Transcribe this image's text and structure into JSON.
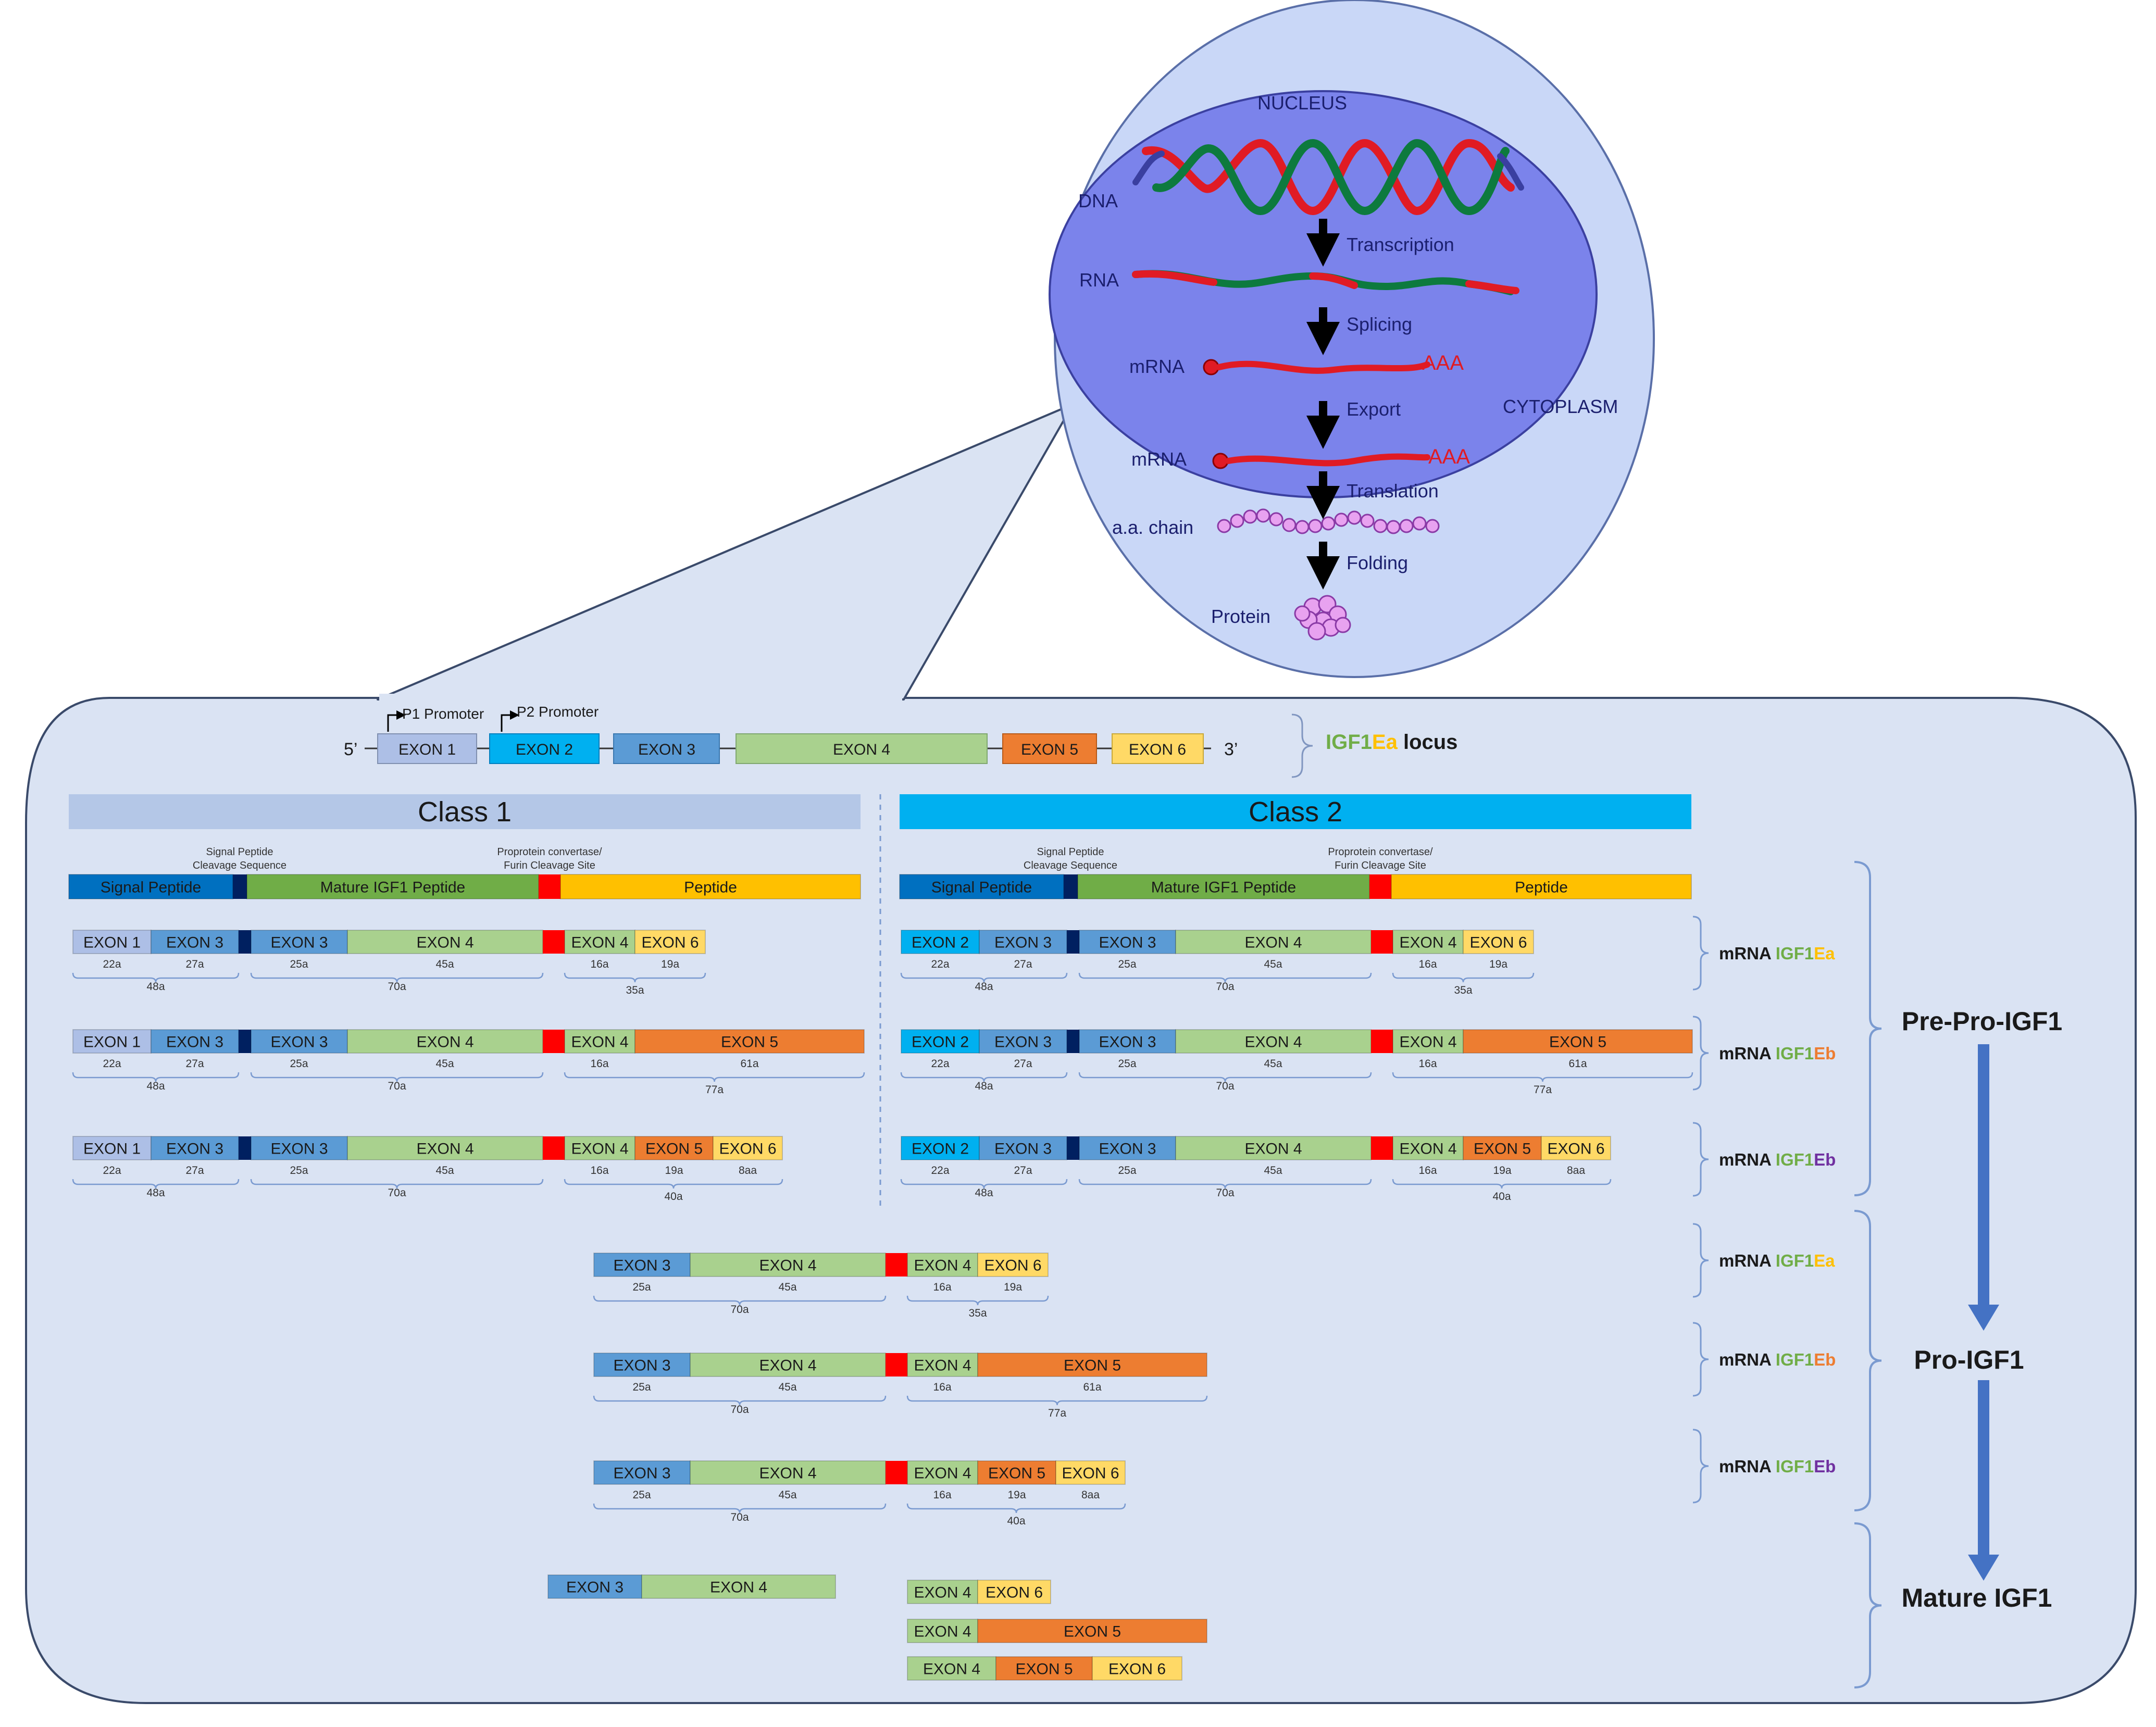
{
  "colors": {
    "exon1": "#adbfe6",
    "exon2": "#00b0f0",
    "exon3": "#5b9bd5",
    "exon4": "#a9d18e",
    "exon5": "#ed7d31",
    "exon6": "#ffd966",
    "signal": "#0070c0",
    "mature": "#70ad47",
    "cleave": "#ff0000",
    "dark": "#002060",
    "peptide": "#ffc000",
    "class1": "#b4c7e7",
    "class2": "#00b0f0",
    "panel": "#dae3f3",
    "arrow": "#4472c4",
    "cell": "#c9d7f7",
    "nucleus": "#7b83eb"
  },
  "cell": {
    "nucleus_label": "NUCLEUS",
    "cytoplasm_label": "CYTOPLASM",
    "dna_label": "DNA",
    "rna_label": "RNA",
    "mrna_label_1": "mRNA",
    "mrna_label_2": "mRNA",
    "aa_label": "a.a. chain",
    "protein_label": "Protein",
    "polya_1": "AAA",
    "polya_2": "AAA",
    "steps": [
      "Transcription",
      "Splicing",
      "Export",
      "Translation",
      "Folding"
    ]
  },
  "locus": {
    "five_prime": "5’",
    "three_prime": "3’",
    "p1": "P1 Promoter",
    "p2": "P2 Promoter",
    "exons": [
      "EXON 1",
      "EXON 2",
      "EXON 3",
      "EXON 4",
      "EXON 5",
      "EXON 6"
    ],
    "title_a": "IGF1",
    "title_b": "Ea",
    "title_c": " locus"
  },
  "classes": {
    "class1": "Class 1",
    "class2": "Class 2"
  },
  "domains": {
    "signal_cleavage": [
      "Signal Peptide",
      "Cleavage Sequence"
    ],
    "furin": [
      "Proprotein convertase/",
      "Furin Cleavage Site"
    ],
    "signal": "Signal Peptide",
    "mature": "Mature IGF1 Peptide",
    "peptide": "Peptide"
  },
  "exon_labels": {
    "e1": "EXON 1",
    "e2": "EXON 2",
    "e3": "EXON 3",
    "e4": "EXON 4",
    "e5": "EXON 5",
    "e6": "EXON 6"
  },
  "sizes": {
    "a22": "22a",
    "a27": "27a",
    "a25": "25a",
    "a45": "45a",
    "a16": "16a",
    "a19": "19a",
    "a61": "61a",
    "a8": "8aa",
    "t48": "48a",
    "t70": "70a",
    "t35": "35a",
    "t77": "77a",
    "t40": "40a"
  },
  "mrna_labels": [
    [
      "mRNA ",
      "IGF1",
      "Ea"
    ],
    [
      "mRNA ",
      "IGF1",
      "Eb"
    ],
    [
      "mRNA ",
      "IGF1",
      "Eb"
    ],
    [
      "mRNA ",
      "IGF1",
      "Ea"
    ],
    [
      "mRNA ",
      "IGF1",
      "Eb"
    ],
    [
      "mRNA ",
      "IGF1",
      "Eb"
    ]
  ],
  "stages": {
    "prepro": "Pre-Pro-IGF1",
    "pro": "Pro-IGF1",
    "mature": "Mature IGF1"
  }
}
